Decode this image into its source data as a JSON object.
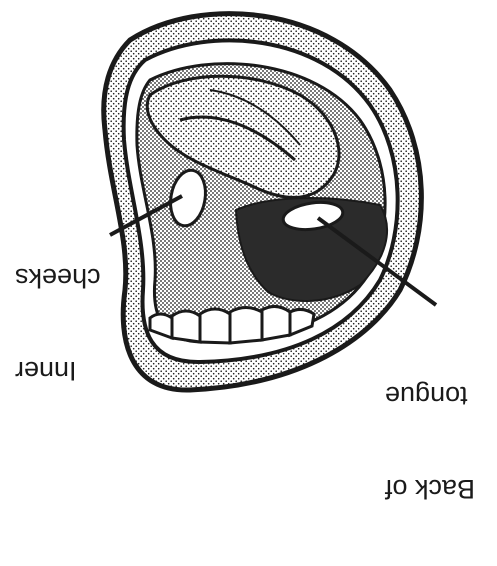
{
  "labels": {
    "inner_cheeks_line1": "Inner",
    "inner_cheeks_line2": "cheeks",
    "back_tongue_line1": "Back of",
    "back_tongue_line2": "tongue"
  },
  "colors": {
    "ink": "#1a1a1a",
    "paper": "#ffffff",
    "throat": "#2b2b2b"
  },
  "orientation": "upside-down"
}
